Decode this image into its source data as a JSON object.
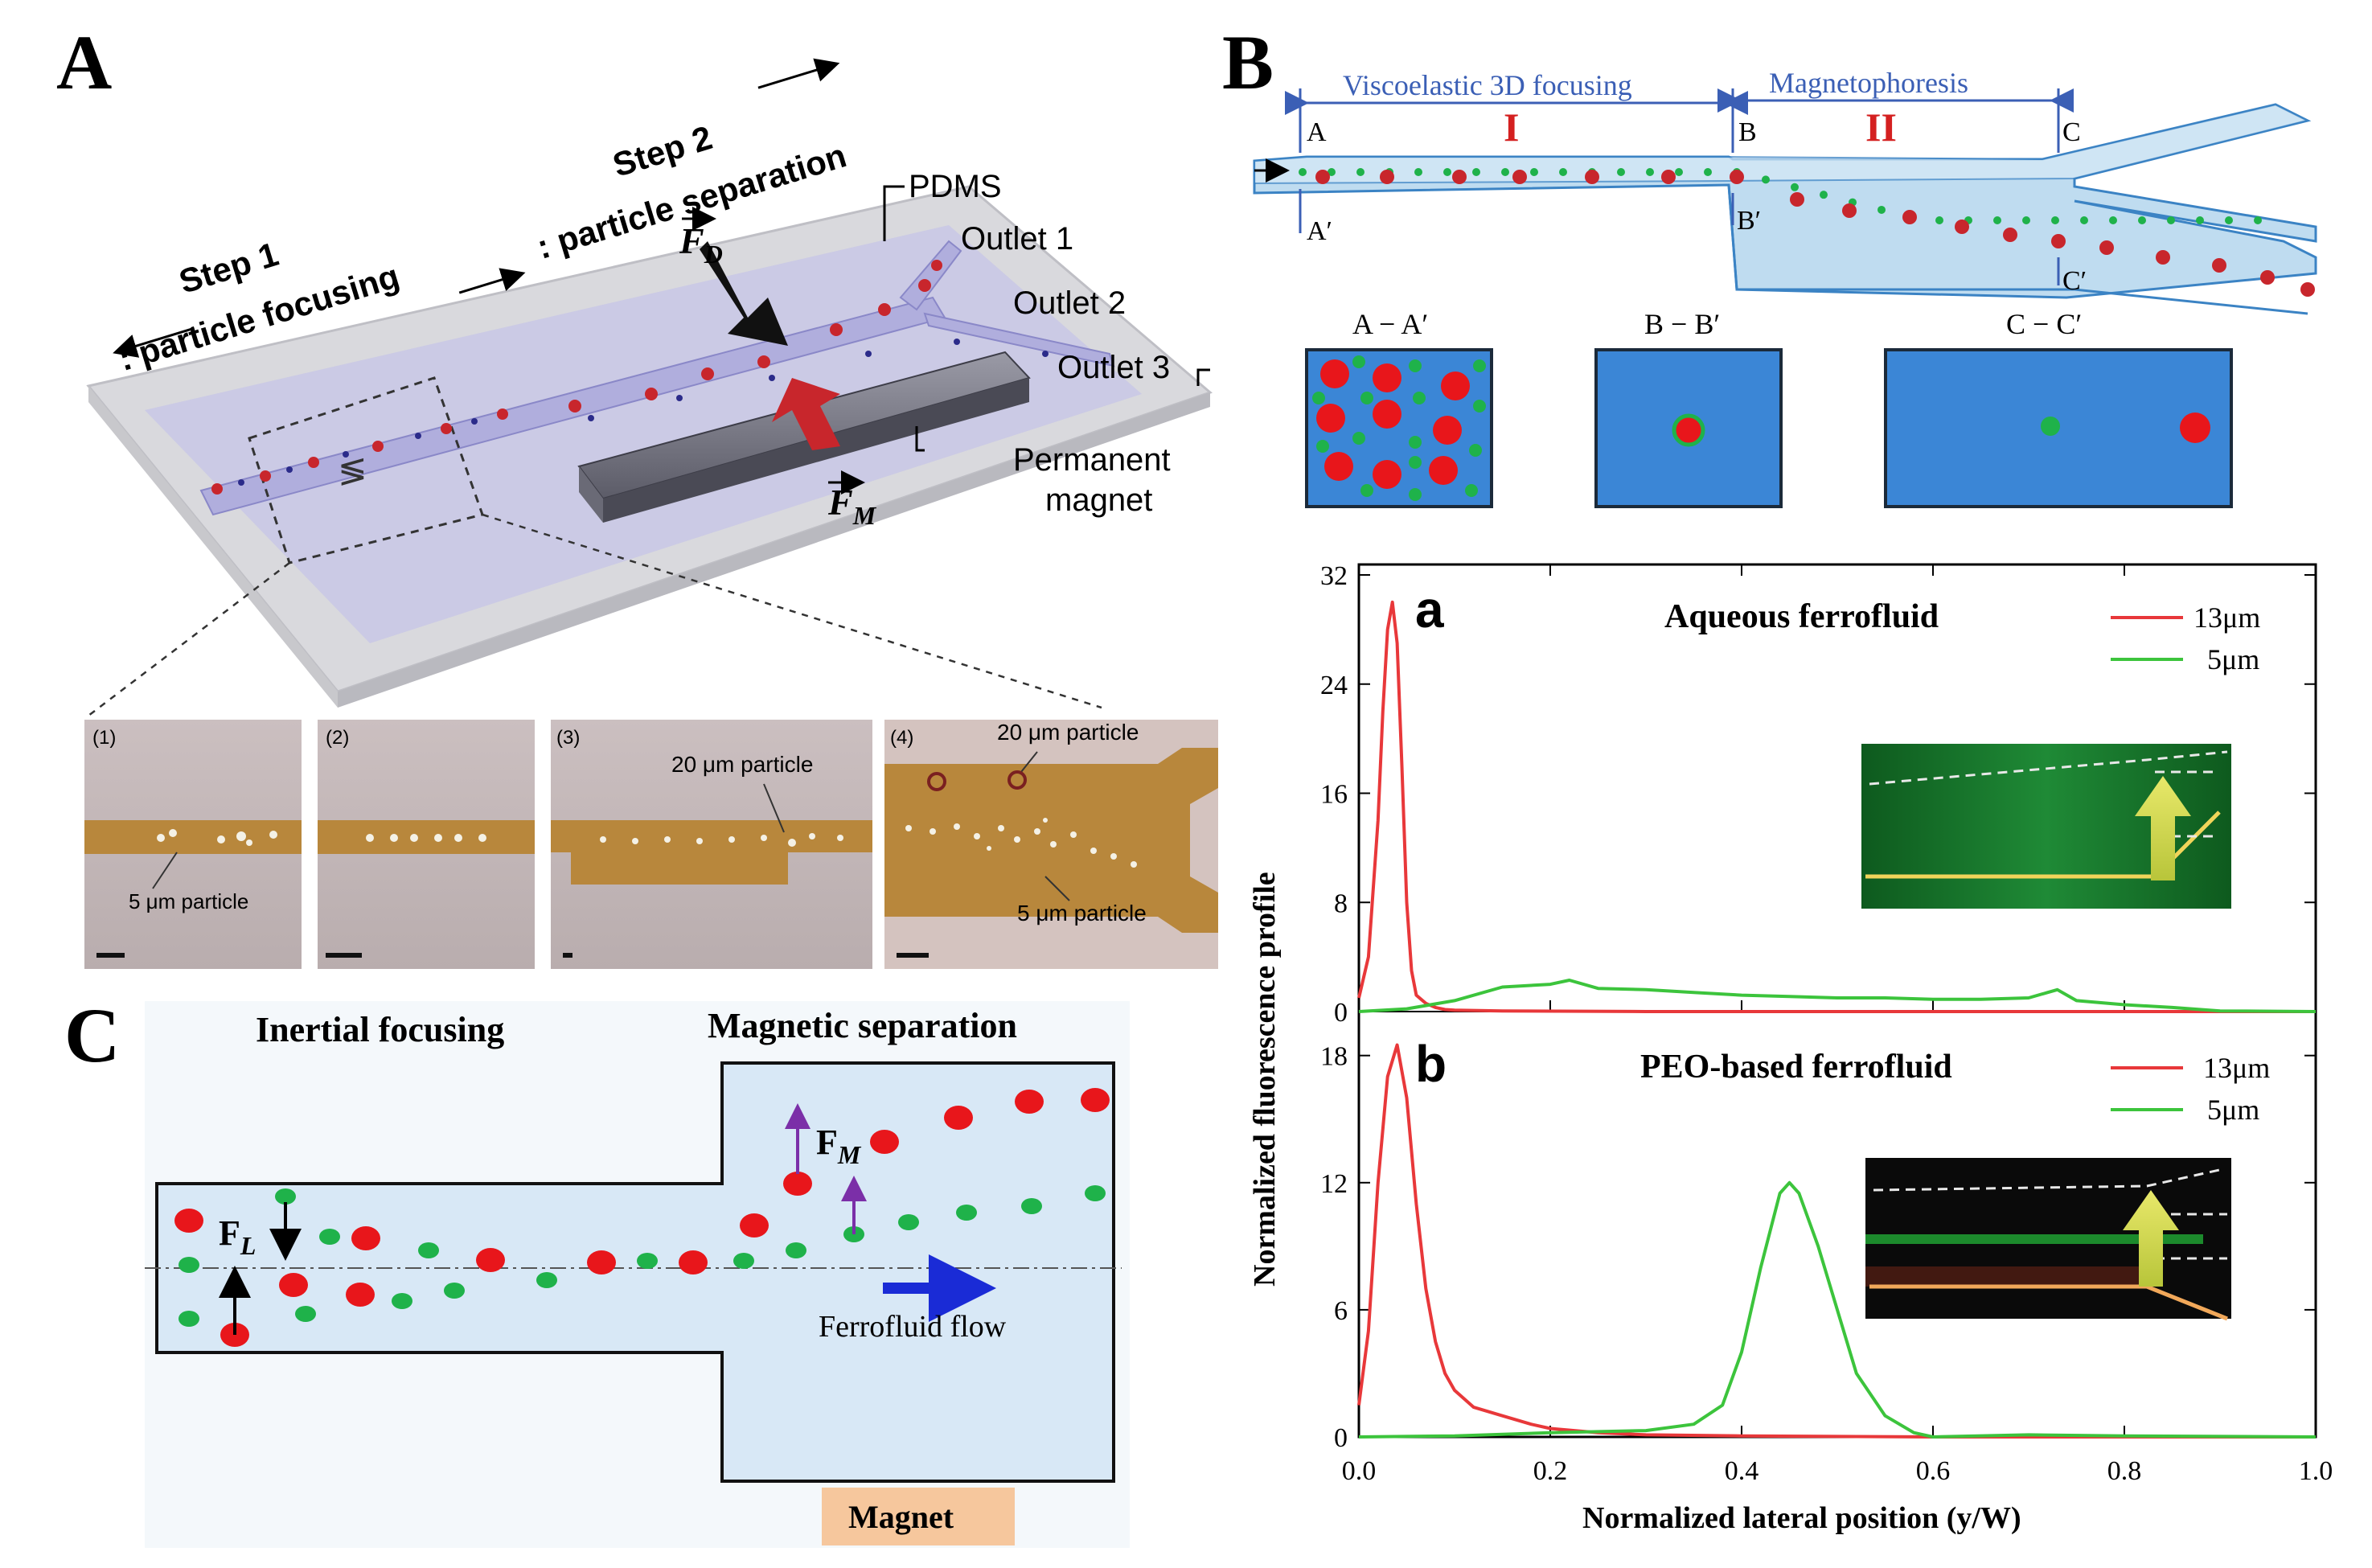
{
  "panelA": {
    "letter": "A",
    "step1_title": "Step 1",
    "step1_sub": ": particle focusing",
    "step2_title": "Step 2",
    "step2_sub": ": particle separation",
    "pdms": "PDMS",
    "fd_label": "F",
    "fd_sub": "D",
    "fm_label": "F",
    "fm_sub": "M",
    "outlet1": "Outlet 1",
    "outlet2": "Outlet 2",
    "outlet3": "Outlet 3",
    "magnet1": "Permanent",
    "magnet2": "magnet",
    "photos": [
      {
        "tag": "(1)",
        "label": "5 μm particle"
      },
      {
        "tag": "(2)",
        "label": ""
      },
      {
        "tag": "(3)",
        "label": "20 μm particle"
      },
      {
        "tag": "(4)",
        "label": "20 μm particle",
        "label2": "5 μm particle"
      }
    ]
  },
  "panelB": {
    "letter": "B",
    "seg1_label": "Viscoelastic 3D focusing",
    "seg2_label": "Magnetophoresis",
    "roman1": "I",
    "roman2": "II",
    "pt_A": "A",
    "pt_B": "B",
    "pt_C": "C",
    "pt_A2": "A′",
    "pt_B2": "B′",
    "pt_C2": "C′",
    "cs1": "A − A′",
    "cs2": "B − B′",
    "cs3": "C − C′"
  },
  "panelC": {
    "letter": "C",
    "title1": "Inertial focusing",
    "title2": "Magnetic separation",
    "fl_label": "F",
    "fl_sub": "L",
    "fm_label": "F",
    "fm_sub": "M",
    "flow_label": "Ferrofluid flow",
    "magnet_label": "Magnet"
  },
  "colors": {
    "red_particle": "#e8161b",
    "green_particle": "#1fb24a",
    "channel_blue": "#bfdcf0",
    "fluid_blue": "#dbe9f5",
    "line_red": "#e8383a",
    "line_green": "#3cc43c",
    "magnet_orange": "#f6c79d"
  },
  "chart_data": [
    {
      "type": "line",
      "panel_tag": "a",
      "title": "Aqueous ferrofluid",
      "xlabel": "Normalized lateral position (y/W)",
      "ylabel": "Normalized fluorescence profile",
      "xlim": [
        0.0,
        1.0
      ],
      "ylim": [
        0,
        32
      ],
      "yticks": [
        "0",
        "8",
        "16",
        "24",
        "32"
      ],
      "xticks": [
        "0.0",
        "0.2",
        "0.4",
        "0.6",
        "0.8",
        "1.0"
      ],
      "legend_position": "top-right",
      "series": [
        {
          "name": "13μm",
          "color": "#e8383a",
          "x": [
            0.0,
            0.01,
            0.02,
            0.025,
            0.03,
            0.035,
            0.04,
            0.045,
            0.05,
            0.055,
            0.06,
            0.07,
            0.08,
            0.09,
            0.1,
            0.15,
            0.3,
            0.5,
            0.7,
            1.0
          ],
          "y": [
            1,
            4,
            14,
            22,
            28,
            30,
            27,
            18,
            8,
            3,
            1.2,
            0.6,
            0.3,
            0.15,
            0.1,
            0.05,
            0,
            0,
            0,
            0
          ]
        },
        {
          "name": "5μm",
          "color": "#3cc43c",
          "x": [
            0.0,
            0.05,
            0.1,
            0.15,
            0.2,
            0.22,
            0.25,
            0.3,
            0.35,
            0.4,
            0.45,
            0.5,
            0.55,
            0.6,
            0.65,
            0.7,
            0.72,
            0.73,
            0.75,
            0.8,
            0.85,
            0.9,
            1.0
          ],
          "y": [
            0,
            0.2,
            0.8,
            1.8,
            2.0,
            2.3,
            1.7,
            1.6,
            1.4,
            1.2,
            1.1,
            1.0,
            1.0,
            0.9,
            0.9,
            1.0,
            1.4,
            1.6,
            0.8,
            0.5,
            0.3,
            0.05,
            0
          ]
        }
      ]
    },
    {
      "type": "line",
      "panel_tag": "b",
      "title": "PEO-based ferrofluid",
      "xlabel": "Normalized lateral position (y/W)",
      "ylabel": "Normalized fluorescence profile",
      "xlim": [
        0.0,
        1.0
      ],
      "ylim": [
        0,
        20
      ],
      "yticks": [
        "0",
        "6",
        "12",
        "18"
      ],
      "xticks": [
        "0.0",
        "0.2",
        "0.4",
        "0.6",
        "0.8",
        "1.0"
      ],
      "legend_position": "top-right",
      "series": [
        {
          "name": "13μm",
          "color": "#e8383a",
          "x": [
            0.0,
            0.01,
            0.02,
            0.03,
            0.04,
            0.05,
            0.06,
            0.07,
            0.08,
            0.09,
            0.1,
            0.12,
            0.15,
            0.18,
            0.2,
            0.25,
            0.3,
            0.4,
            0.6,
            1.0
          ],
          "y": [
            1.5,
            5,
            12,
            17,
            18.5,
            16,
            11,
            7,
            4.5,
            3,
            2.2,
            1.4,
            1.0,
            0.6,
            0.4,
            0.2,
            0.1,
            0.05,
            0,
            0
          ]
        },
        {
          "name": "5μm",
          "color": "#3cc43c",
          "x": [
            0.0,
            0.1,
            0.2,
            0.3,
            0.35,
            0.38,
            0.4,
            0.42,
            0.44,
            0.45,
            0.46,
            0.48,
            0.5,
            0.52,
            0.55,
            0.58,
            0.6,
            0.7,
            0.8,
            1.0
          ],
          "y": [
            0,
            0.05,
            0.2,
            0.3,
            0.6,
            1.5,
            4,
            8,
            11.5,
            12,
            11.5,
            9,
            6,
            3,
            1,
            0.2,
            0,
            0.1,
            0.05,
            0
          ]
        }
      ]
    }
  ]
}
